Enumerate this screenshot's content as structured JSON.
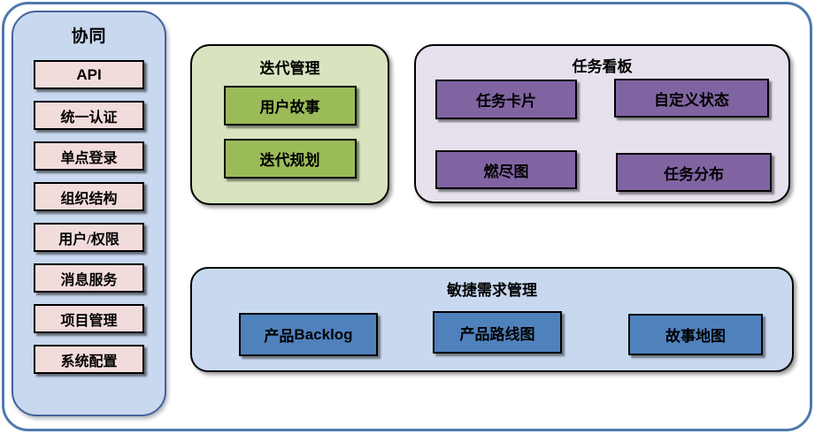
{
  "diagram_title": "",
  "colors": {
    "frame_border": "#4e79ad",
    "sidebar_fill": "#c8d8ee",
    "sidebar_border": "#44639a",
    "sidebar_item_fill": "#f2dcdb",
    "iteration_panel_fill": "#d8e4bf",
    "iteration_item_fill": "#9bbb59",
    "kanban_panel_fill": "#e6e1ed",
    "kanban_item_fill": "#8064a2",
    "agile_panel_fill": "#c8d9ef",
    "agile_item_fill": "#4f81bd",
    "box_border": "#000000",
    "text": "#000000"
  },
  "sidebar": {
    "title": "协同",
    "items": [
      {
        "label": "API"
      },
      {
        "label": "统一认证"
      },
      {
        "label": "单点登录"
      },
      {
        "label": "组织结构"
      },
      {
        "label": "用户/权限"
      },
      {
        "label": "消息服务"
      },
      {
        "label": "项目管理"
      },
      {
        "label": "系统配置"
      }
    ]
  },
  "iteration": {
    "title": "迭代管理",
    "items": [
      {
        "label": "用户故事"
      },
      {
        "label": "迭代规划"
      }
    ]
  },
  "kanban": {
    "title": "任务看板",
    "items": [
      {
        "label": "任务卡片"
      },
      {
        "label": "自定义状态"
      },
      {
        "label": "燃尽图"
      },
      {
        "label": "任务分布"
      }
    ]
  },
  "agile": {
    "title": "敏捷需求管理",
    "items": [
      {
        "label_zh": "产品",
        "label_en": "Backlog"
      },
      {
        "label": "产品路线图"
      },
      {
        "label": "故事地图"
      }
    ]
  }
}
